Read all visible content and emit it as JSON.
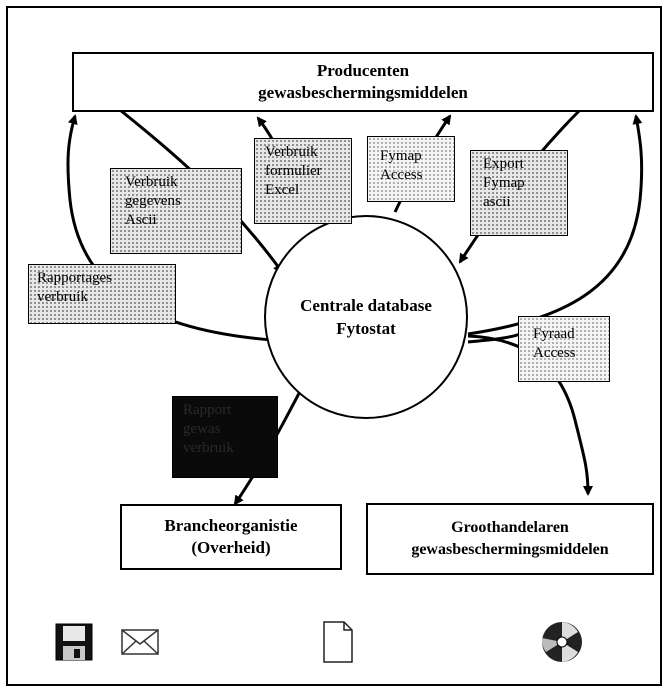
{
  "producers": {
    "line1": "Producenten",
    "line2": "gewasbeschermingsmiddelen"
  },
  "central": {
    "line1": "Centrale database",
    "line2": "Fytostat"
  },
  "labels": {
    "verbruik_gegevens": [
      "Verbruik",
      "gegevens",
      "Ascii"
    ],
    "verbruik_formulier": [
      "Verbruik",
      "formulier",
      "Excel"
    ],
    "fymap_access": [
      "Fymap",
      "Access"
    ],
    "export_fymap": [
      "Export",
      "Fymap",
      "ascii"
    ],
    "rapportages": [
      "Rapportages",
      "verbruik"
    ],
    "fyraad_access": [
      "Fyraad",
      "Access"
    ],
    "dark_box": [
      "Rapport",
      "gewas",
      "verbruik"
    ]
  },
  "branche": {
    "line1": "Brancheorganistie",
    "line2": "(Overheid)"
  },
  "groothandel": {
    "line1": "Groothandelaren",
    "line2": "gewasbeschermingsmiddelen"
  },
  "toolbar_icons": [
    "floppy-disk-icon",
    "envelope-icon",
    "document-icon",
    "cd-disc-icon"
  ]
}
